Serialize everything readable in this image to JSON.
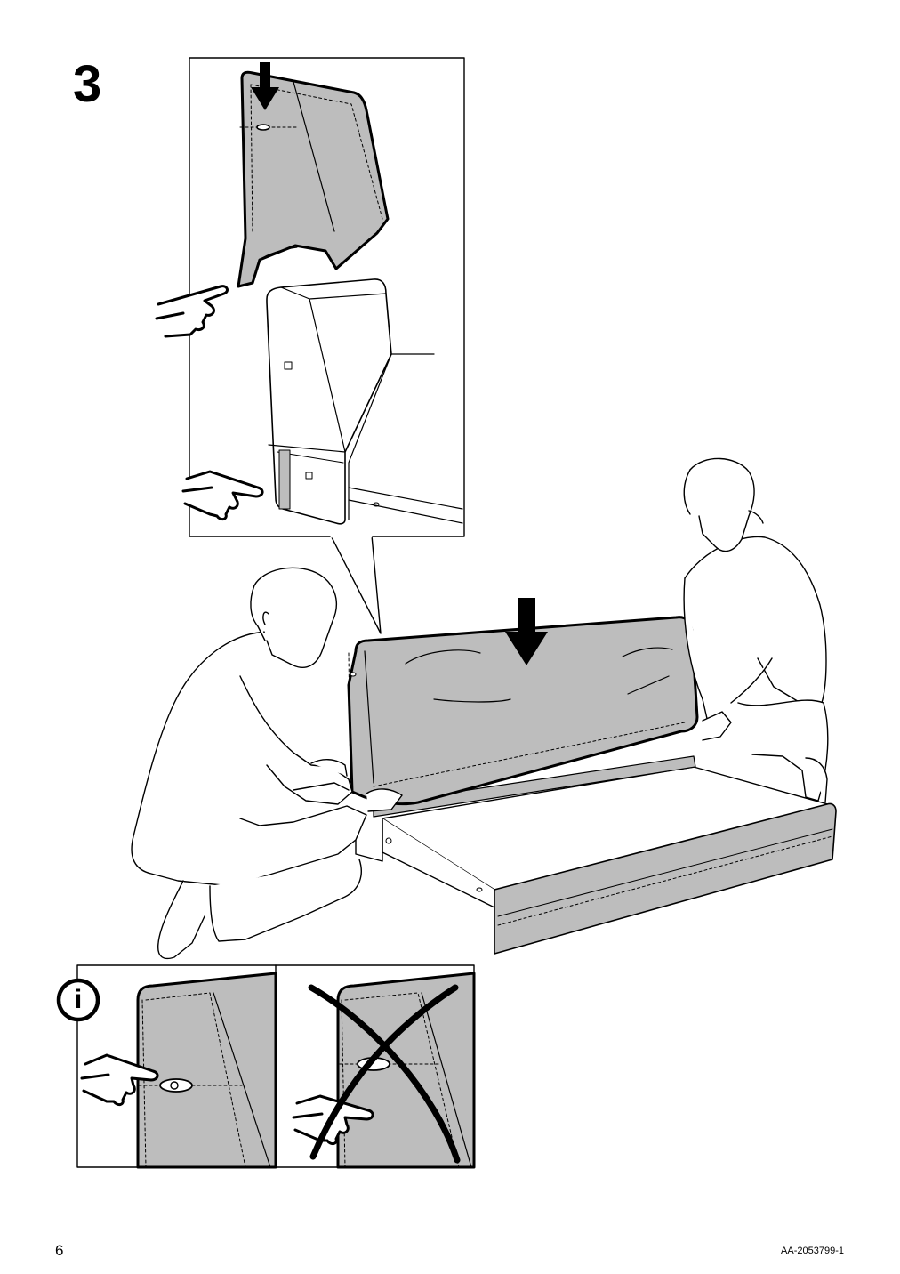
{
  "step": {
    "number": "3"
  },
  "info_icon": {
    "symbol": "i"
  },
  "footer": {
    "page_number": "6",
    "document_code": "AA-2053799-1"
  },
  "colors": {
    "ink": "#000000",
    "fabric_gray": "#bdbdbd",
    "paper": "#ffffff"
  },
  "icons": [
    "down-arrow-icon",
    "pointing-hand-icon",
    "info-icon",
    "cross-mark-icon"
  ]
}
